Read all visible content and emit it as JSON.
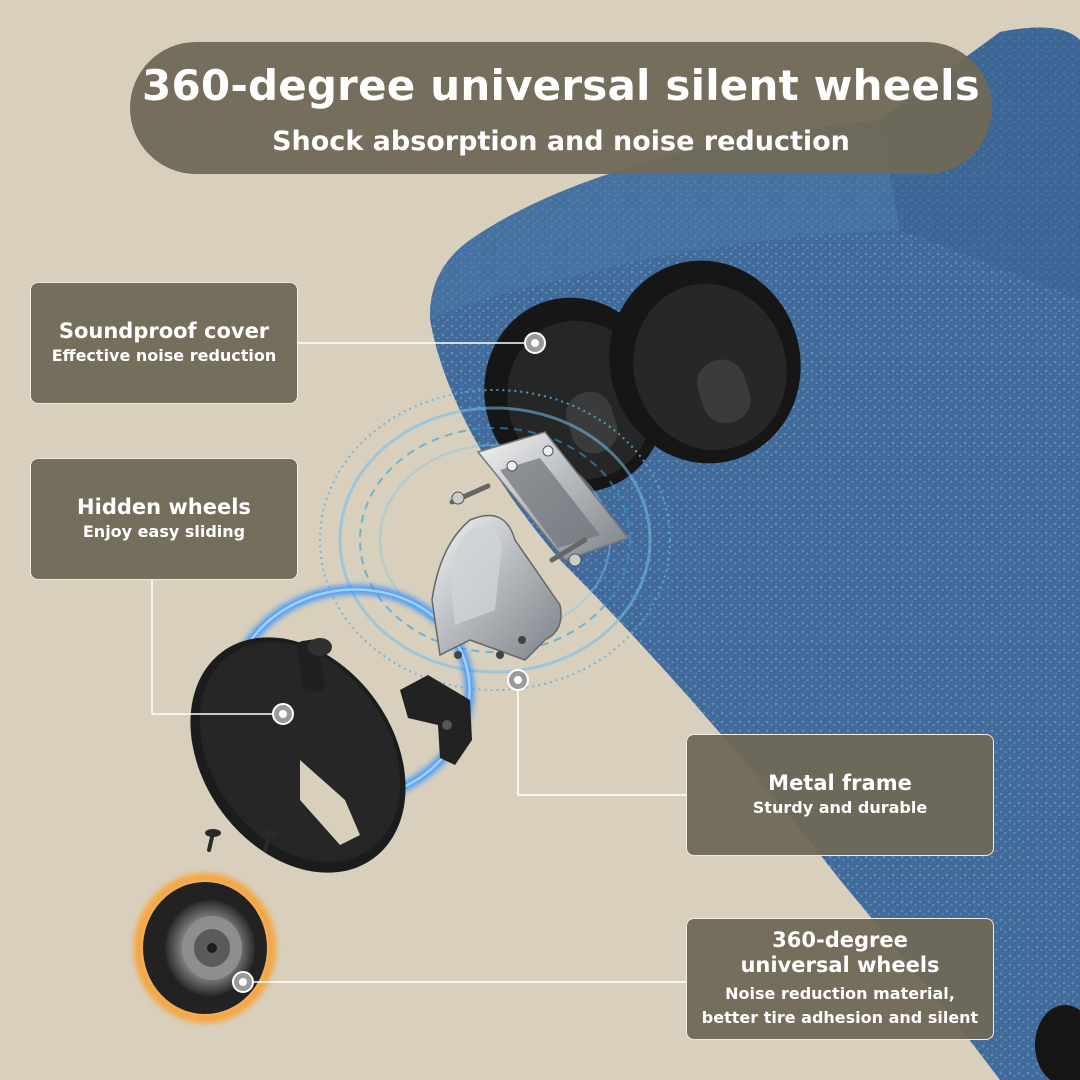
{
  "header": {
    "title": "360-degree universal silent wheels",
    "subtitle": "Shock absorption and noise reduction"
  },
  "callouts": {
    "soundproof": {
      "title": "Soundproof cover",
      "subtitle": "Effective noise reduction"
    },
    "hidden_wheels": {
      "title": "Hidden wheels",
      "subtitle": "Enjoy easy sliding"
    },
    "metal_frame": {
      "title": "Metal frame",
      "subtitle": "Sturdy and durable"
    },
    "universal_wheels": {
      "title_line1": "360-degree",
      "title_line2": "universal wheels",
      "subtitle_line1": "Noise reduction material,",
      "subtitle_line2": "better tire adhesion and silent"
    }
  },
  "colors": {
    "background": "#d8cfbd",
    "fabric": "#3f6a99",
    "panel": "#706856",
    "glow_blue": "#2f8cff",
    "glow_orange": "#ff9a1e"
  }
}
